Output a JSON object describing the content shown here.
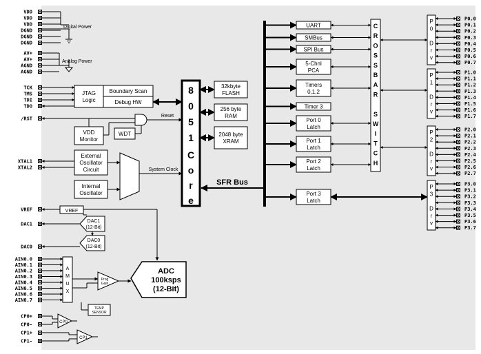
{
  "pins_left": {
    "power": [
      "VDD",
      "VDD",
      "VDD",
      "DGND",
      "DGND",
      "DGND"
    ],
    "analog_power": [
      "AV+",
      "AV+",
      "AGND",
      "AGND"
    ],
    "jtag": [
      "TCK",
      "TMS",
      "TDI",
      "TDO"
    ],
    "rst": "/RST",
    "xtal": [
      "XTAL1",
      "XTAL2"
    ],
    "vref": "VREF",
    "dac1": "DAC1",
    "dac0": "DAC0",
    "ain": [
      "AIN0.0",
      "AIN0.1",
      "AIN0.2",
      "AIN0.3",
      "AIN0.4",
      "AIN0.5",
      "AIN0.6",
      "AIN0.7"
    ],
    "cp": [
      "CP0+",
      "CP0-",
      "CP1+",
      "CP1-"
    ]
  },
  "labels": {
    "digital_power": "Digital Power",
    "analog_power": "Analog Power",
    "jtag_logic": [
      "JTAG",
      "Logic"
    ],
    "boundary_scan": "Boundary Scan",
    "debug_hw": "Debug HW",
    "reset": "Reset",
    "vdd_monitor": [
      "VDD",
      "Monitor"
    ],
    "wdt": "WDT",
    "ext_osc": [
      "External",
      "Oscillator",
      "Circuit"
    ],
    "int_osc": [
      "Internal",
      "Oscillator"
    ],
    "system_clock": "System Clock",
    "vref_box": "VREF",
    "dac1": [
      "DAC1",
      "(12-Bit)"
    ],
    "dac0": [
      "DAC0",
      "(12-Bit)"
    ],
    "amux": [
      "A",
      "M",
      "U",
      "X"
    ],
    "prog_gain": [
      "Prog",
      "Gain"
    ],
    "temp_sensor": [
      "TEMP",
      "SENSOR"
    ],
    "adc": [
      "ADC",
      "100ksps",
      "(12-Bit)"
    ],
    "cp0": "CP0",
    "cp1": "CP1",
    "core": [
      "8",
      "0",
      "5",
      "1",
      "C",
      "o",
      "r",
      "e"
    ],
    "flash": [
      "32kbyte",
      "FLASH"
    ],
    "ram": [
      "256 byte",
      "RAM"
    ],
    "xram": [
      "2048 byte",
      "XRAM"
    ],
    "sfr_bus": "SFR Bus",
    "uart": "UART",
    "smbus": "SMBus",
    "spi": "SPI Bus",
    "pca": [
      "5-Chnl",
      "PCA"
    ],
    "timers": [
      "Timers",
      "0,1,2"
    ],
    "timer3": "Timer 3",
    "port0": [
      "Port 0",
      "Latch"
    ],
    "port1": [
      "Port 1",
      "Latch"
    ],
    "port2": [
      "Port 2",
      "Latch"
    ],
    "port3": [
      "Port 3",
      "Latch"
    ],
    "crossbar": [
      "C",
      "R",
      "O",
      "S",
      "S",
      "B",
      "A",
      "R",
      " ",
      "S",
      "W",
      "I",
      "T",
      "C",
      "H"
    ],
    "p0drv": [
      "P",
      "0",
      "",
      "D",
      "r",
      "v"
    ],
    "p1drv": [
      "P",
      "1",
      "",
      "D",
      "r",
      "v"
    ],
    "p2drv": [
      "P",
      "2",
      "",
      "D",
      "r",
      "v"
    ],
    "p3drv": [
      "P",
      "3",
      "",
      "D",
      "r",
      "v"
    ]
  },
  "pins_right": {
    "p0": [
      "P0.0",
      "P0.1",
      "P0.2",
      "P0.3",
      "P0.4",
      "P0.5",
      "P0.6",
      "P0.7"
    ],
    "p1": [
      "P1.0",
      "P1.1",
      "P1.2",
      "P1.3",
      "P1.4",
      "P1.5",
      "P1.6",
      "P1.7"
    ],
    "p2": [
      "P2.0",
      "P2.1",
      "P2.2",
      "P2.3",
      "P2.4",
      "P2.5",
      "P2.6",
      "P2.7"
    ],
    "p3": [
      "P3.0",
      "P3.1",
      "P3.2",
      "P3.3",
      "P3.4",
      "P3.5",
      "P3.6",
      "P3.7"
    ]
  },
  "colors": {
    "background": "#e8e8e8",
    "line": "#000000",
    "box": "#ffffff"
  }
}
